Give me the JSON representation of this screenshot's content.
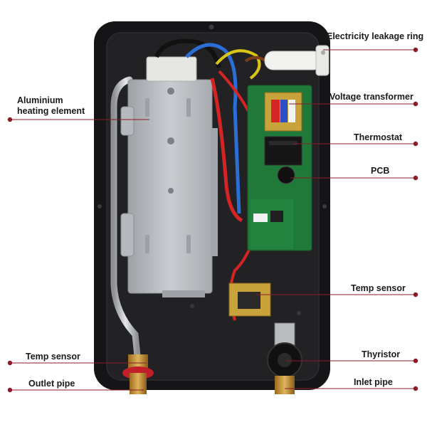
{
  "callouts": {
    "electricity_leakage_ring": "Electricity leakage ring",
    "voltage_transformer": "Voltage transformer",
    "thermostat": "Thermostat",
    "pcb": "PCB",
    "temp_sensor_right": "Temp sensor",
    "thyristor": "Thyristor",
    "inlet_pipe": "Inlet pipe",
    "aluminium_heating_element_line1": "Aluminium",
    "aluminium_heating_element_line2": "heating element",
    "temp_sensor_left": "Temp sensor",
    "outlet_pipe": "Outlet pipe"
  },
  "colors": {
    "leader_line": "#8b1a2a",
    "dot": "#8b1a2a",
    "housing": "#1b1b1d",
    "heater": "#b9bcc0",
    "pcb": "#1f7a3a"
  }
}
